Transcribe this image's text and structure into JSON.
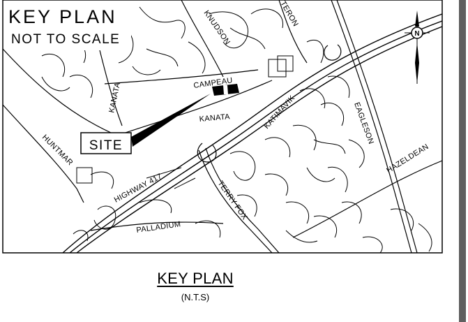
{
  "map": {
    "heading": "KEY PLAN",
    "scale_note": "NOT TO SCALE",
    "site_label": "SITE",
    "north_symbol": "N",
    "streets": {
      "knudson": "KNUDSON",
      "teron": "TERON",
      "kanata_vertical": "KANATA",
      "campeau": "CAMPEAU",
      "kanata": "KANATA",
      "katimavik": "KATIMAVIK",
      "eagleson": "EAGLESON",
      "hazeldean": "HAZELDEAN",
      "huntmar": "HUNTMAR",
      "highway_417": "HIGHWAY 417",
      "terry_fox": "TERRY FOX",
      "palladium": "PALLADIUM"
    }
  },
  "caption": {
    "title": "KEY PLAN",
    "subtitle": "(N.T.S)"
  },
  "colors": {
    "line": "#000000",
    "background": "#ffffff",
    "right_rule": "#5f5f5f"
  },
  "icons": {
    "north_arrow": "north-arrow-icon"
  }
}
